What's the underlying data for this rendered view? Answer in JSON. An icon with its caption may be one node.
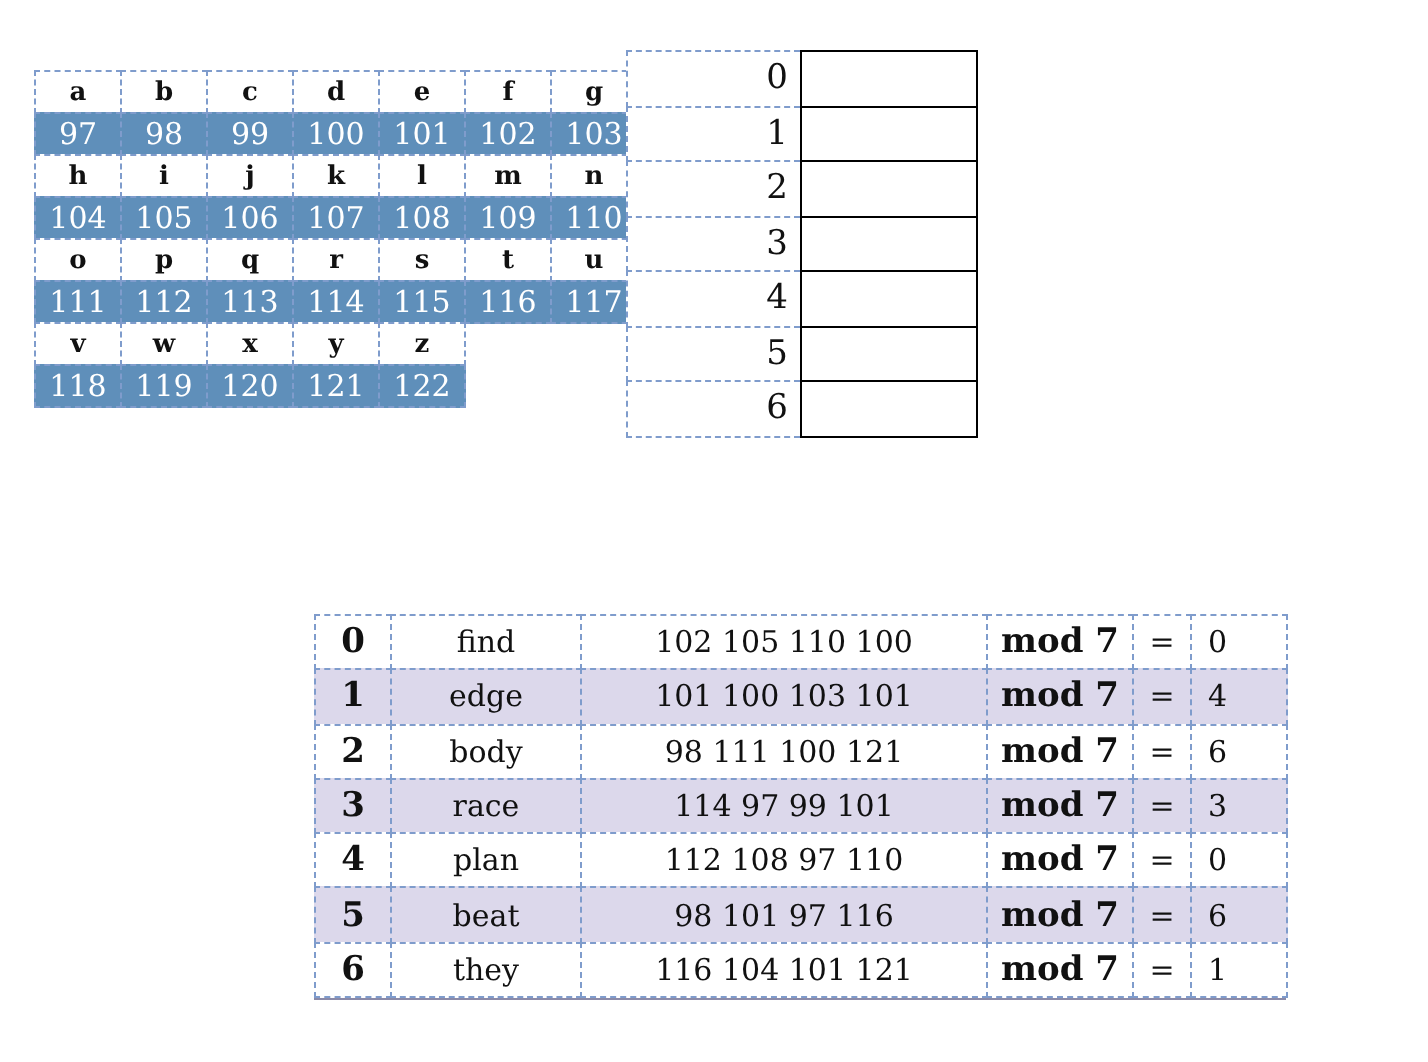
{
  "diagram": {
    "nodes": [
      {
        "text": [],
        "shape": "box",
        "beside": [
          "0"
        ]
      },
      {
        "text": [],
        "shape": "box",
        "beside": [
          "1"
        ]
      },
      {
        "text": [],
        "shape": "box",
        "beside": [
          "2"
        ]
      },
      {
        "text": [],
        "shape": "box",
        "beside": [
          "3"
        ]
      },
      {
        "text": [],
        "shape": "box",
        "beside": [
          "4"
        ]
      },
      {
        "text": [],
        "shape": "box",
        "beside": [
          "5"
        ]
      },
      {
        "text": [],
        "shape": "box",
        "beside": [
          "6"
        ]
      }
    ],
    "labels": [
      "a",
      "b",
      "c",
      "d",
      "e",
      "f",
      "g",
      "97",
      "98",
      "99",
      "100",
      "101",
      "102",
      "103",
      "h",
      "i",
      "j",
      "k",
      "l",
      "m",
      "n",
      "104",
      "105",
      "106",
      "107",
      "108",
      "109",
      "110",
      "o",
      "p",
      "q",
      "r",
      "s",
      "t",
      "u",
      "111",
      "112",
      "113",
      "114",
      "115",
      "116",
      "117",
      "v",
      "w",
      "x",
      "y",
      "z",
      "118",
      "119",
      "120",
      "121",
      "122",
      "0",
      "find",
      "102 105 110 100",
      "mod 7",
      "=",
      "0",
      "1",
      "edge",
      "101 100 103 101",
      "mod 7",
      "=",
      "4",
      "2",
      "body",
      "98 111 100 121",
      "mod 7",
      "=",
      "6",
      "3",
      "race",
      "114 97 99 101",
      "mod 7",
      "=",
      "3",
      "4",
      "plan",
      "112 108 97 110",
      "mod 7",
      "=",
      "0",
      "5",
      "beat",
      "98 101 97 116",
      "mod 7",
      "=",
      "6",
      "6",
      "they",
      "116 104 101 121",
      "mod 7",
      "=",
      "1"
    ]
  }
}
